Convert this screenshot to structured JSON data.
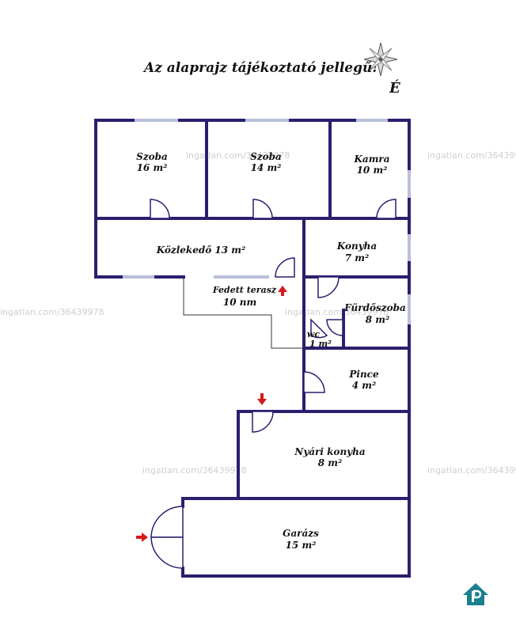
{
  "header": {
    "title": "Az alaprajz tájékoztató jellegű!",
    "north_label": "É"
  },
  "watermark": "ingatlan.com/36439978",
  "rooms": {
    "szoba1": {
      "name": "Szoba",
      "area": "16 m²"
    },
    "szoba2": {
      "name": "Szoba",
      "area": "14 m²"
    },
    "kamra": {
      "name": "Kamra",
      "area": "10 m²"
    },
    "kozlekedo": {
      "name": "Közlekedő 13 m²"
    },
    "konyha": {
      "name": "Konyha",
      "area": "7 m²"
    },
    "terasz": {
      "name": "Fedett terasz",
      "area": "10 nm"
    },
    "furdo": {
      "name": "Fürdőszoba",
      "area": "8 m²"
    },
    "wc": {
      "name": "wc",
      "area": "1 m²"
    },
    "pince": {
      "name": "Pince",
      "area": "4 m²"
    },
    "nyari": {
      "name": "Nyári konyha",
      "area": "8 m²"
    },
    "garazs": {
      "name": "Garázs",
      "area": "15 m²"
    }
  },
  "colors": {
    "wall": "#2a1f6e",
    "window": "#b8c0da",
    "arrow": "#d7191c",
    "logo": "#1a7f8e"
  },
  "icons": {
    "compass": "compass-rose-icon",
    "entry_arrows": "red-arrow-icon",
    "logo": "ingatlan-logo-icon"
  }
}
